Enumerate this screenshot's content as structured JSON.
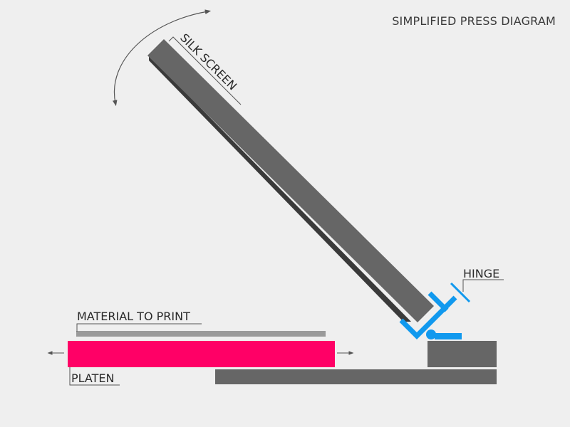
{
  "diagram": {
    "title": "SIMPLIFIED PRESS DIAGRAM",
    "labels": {
      "silk_screen": "SILK SCREEN",
      "hinge": "HINGE",
      "material": "MATERIAL TO PRINT",
      "platen": "PLATEN"
    },
    "colors": {
      "background": "#efefef",
      "screen": "#666666",
      "screen_shadow": "#3a3a3a",
      "platen": "#ff0066",
      "material": "#9a9a9a",
      "hinge": "#1199ee",
      "base": "#666666",
      "leader": "#555555"
    }
  }
}
